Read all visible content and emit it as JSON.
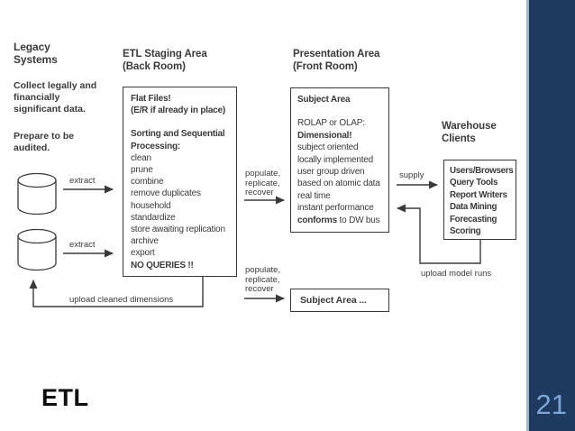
{
  "slide": {
    "title": "ETL",
    "page_number": "21"
  },
  "colors": {
    "accent_bar": "#1e3a5e",
    "accent_divider": "#9fb8c4",
    "page_number": "#7ea6d4",
    "diagram_ink": "#3a3a3a"
  },
  "legacy": {
    "heading_line1": "Legacy",
    "heading_line2": "Systems",
    "note_collect": "Collect legally and financially significant data.",
    "note_prepare": "Prepare to be audited.",
    "extract1": "extract",
    "extract2": "extract"
  },
  "staging": {
    "heading_line1": "ETL Staging Area",
    "heading_line2": "(Back Room)",
    "box": {
      "line1": "Flat Files!",
      "line2": "(E/R if already in place)",
      "line3": "Sorting and Sequential",
      "line4": "Processing:",
      "steps": [
        "clean",
        "prune",
        "combine",
        "remove duplicates",
        "household",
        "standardize",
        "store awaiting replication",
        "archive",
        "export"
      ],
      "warning": "NO QUERIES !!"
    }
  },
  "presentation": {
    "heading_line1": "Presentation Area",
    "heading_line2": "(Front Room)",
    "subject_box": {
      "title": "Subject Area",
      "line1": "ROLAP or OLAP:",
      "line2": "Dimensional!",
      "line3": "subject oriented",
      "line4": "locally implemented",
      "line5": "user group driven",
      "line6": "based on atomic data",
      "line7": "real time",
      "line8": "instant performance",
      "line9_bold": "conforms",
      "line9_rest": " to DW bus"
    },
    "subject_box2_title": "Subject Area ..."
  },
  "clients": {
    "heading_line1": "Warehouse",
    "heading_line2": "Clients",
    "box_lines": [
      "Users/Browsers",
      "Query Tools",
      "Report Writers",
      "Data Mining",
      "Forecasting",
      "Scoring"
    ]
  },
  "flows": {
    "populate1_line1": "populate,",
    "populate1_line2": "replicate,",
    "populate1_line3": "recover",
    "populate2_line1": "populate,",
    "populate2_line2": "replicate,",
    "populate2_line3": "recover",
    "supply": "supply",
    "upload_model": "upload model runs",
    "upload_cleaned": "upload cleaned dimensions"
  }
}
